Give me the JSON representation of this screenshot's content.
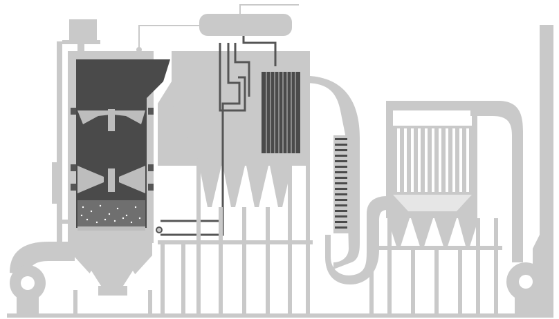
{
  "diagram": {
    "kind": "boiler-plant-schematic",
    "colors": {
      "structure": "#c9c9c9",
      "structure_dark": "#bdbdbd",
      "furnace_interior": "#4a4a4a",
      "pipe": "#555555",
      "bed": "#6f6f6f",
      "filter_tubes": "#ffffff",
      "filter_hopper": "#e6e6e6",
      "background": "#ffffff"
    },
    "components": [
      {
        "id": "fuel-hopper",
        "icon": "hopper-icon"
      },
      {
        "id": "furnace",
        "icon": "furnace-icon"
      },
      {
        "id": "steam-drum",
        "icon": "drum-icon"
      },
      {
        "id": "cyclone-separator",
        "icon": "cyclone-icon"
      },
      {
        "id": "superheater",
        "icon": "heat-exchanger-icon"
      },
      {
        "id": "economizer",
        "icon": "heat-exchanger-icon"
      },
      {
        "id": "baghouse-filter",
        "icon": "filter-icon"
      },
      {
        "id": "induced-draft-fan",
        "icon": "fan-icon"
      },
      {
        "id": "forced-draft-fan",
        "icon": "fan-icon"
      },
      {
        "id": "chimney-stack",
        "icon": "stack-icon"
      }
    ]
  }
}
